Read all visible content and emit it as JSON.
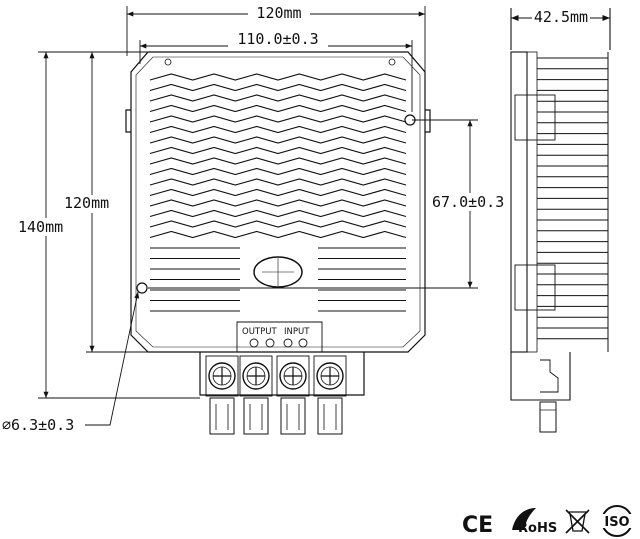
{
  "dimensions": {
    "top_overall_width": "120mm",
    "top_mount_spacing": "110.0±0.3",
    "side_depth": "42.5mm",
    "left_overall_height": "140mm",
    "left_body_height": "120mm",
    "right_mount_spacing": "67.0±0.3",
    "hole_diameter": "∅6.3±0.3"
  },
  "terminal_labels": {
    "output": "OUTPUT",
    "input": "INPUT"
  },
  "certifications": {
    "ce": "CE",
    "rohs": "RoHS",
    "iso": "ISO"
  }
}
